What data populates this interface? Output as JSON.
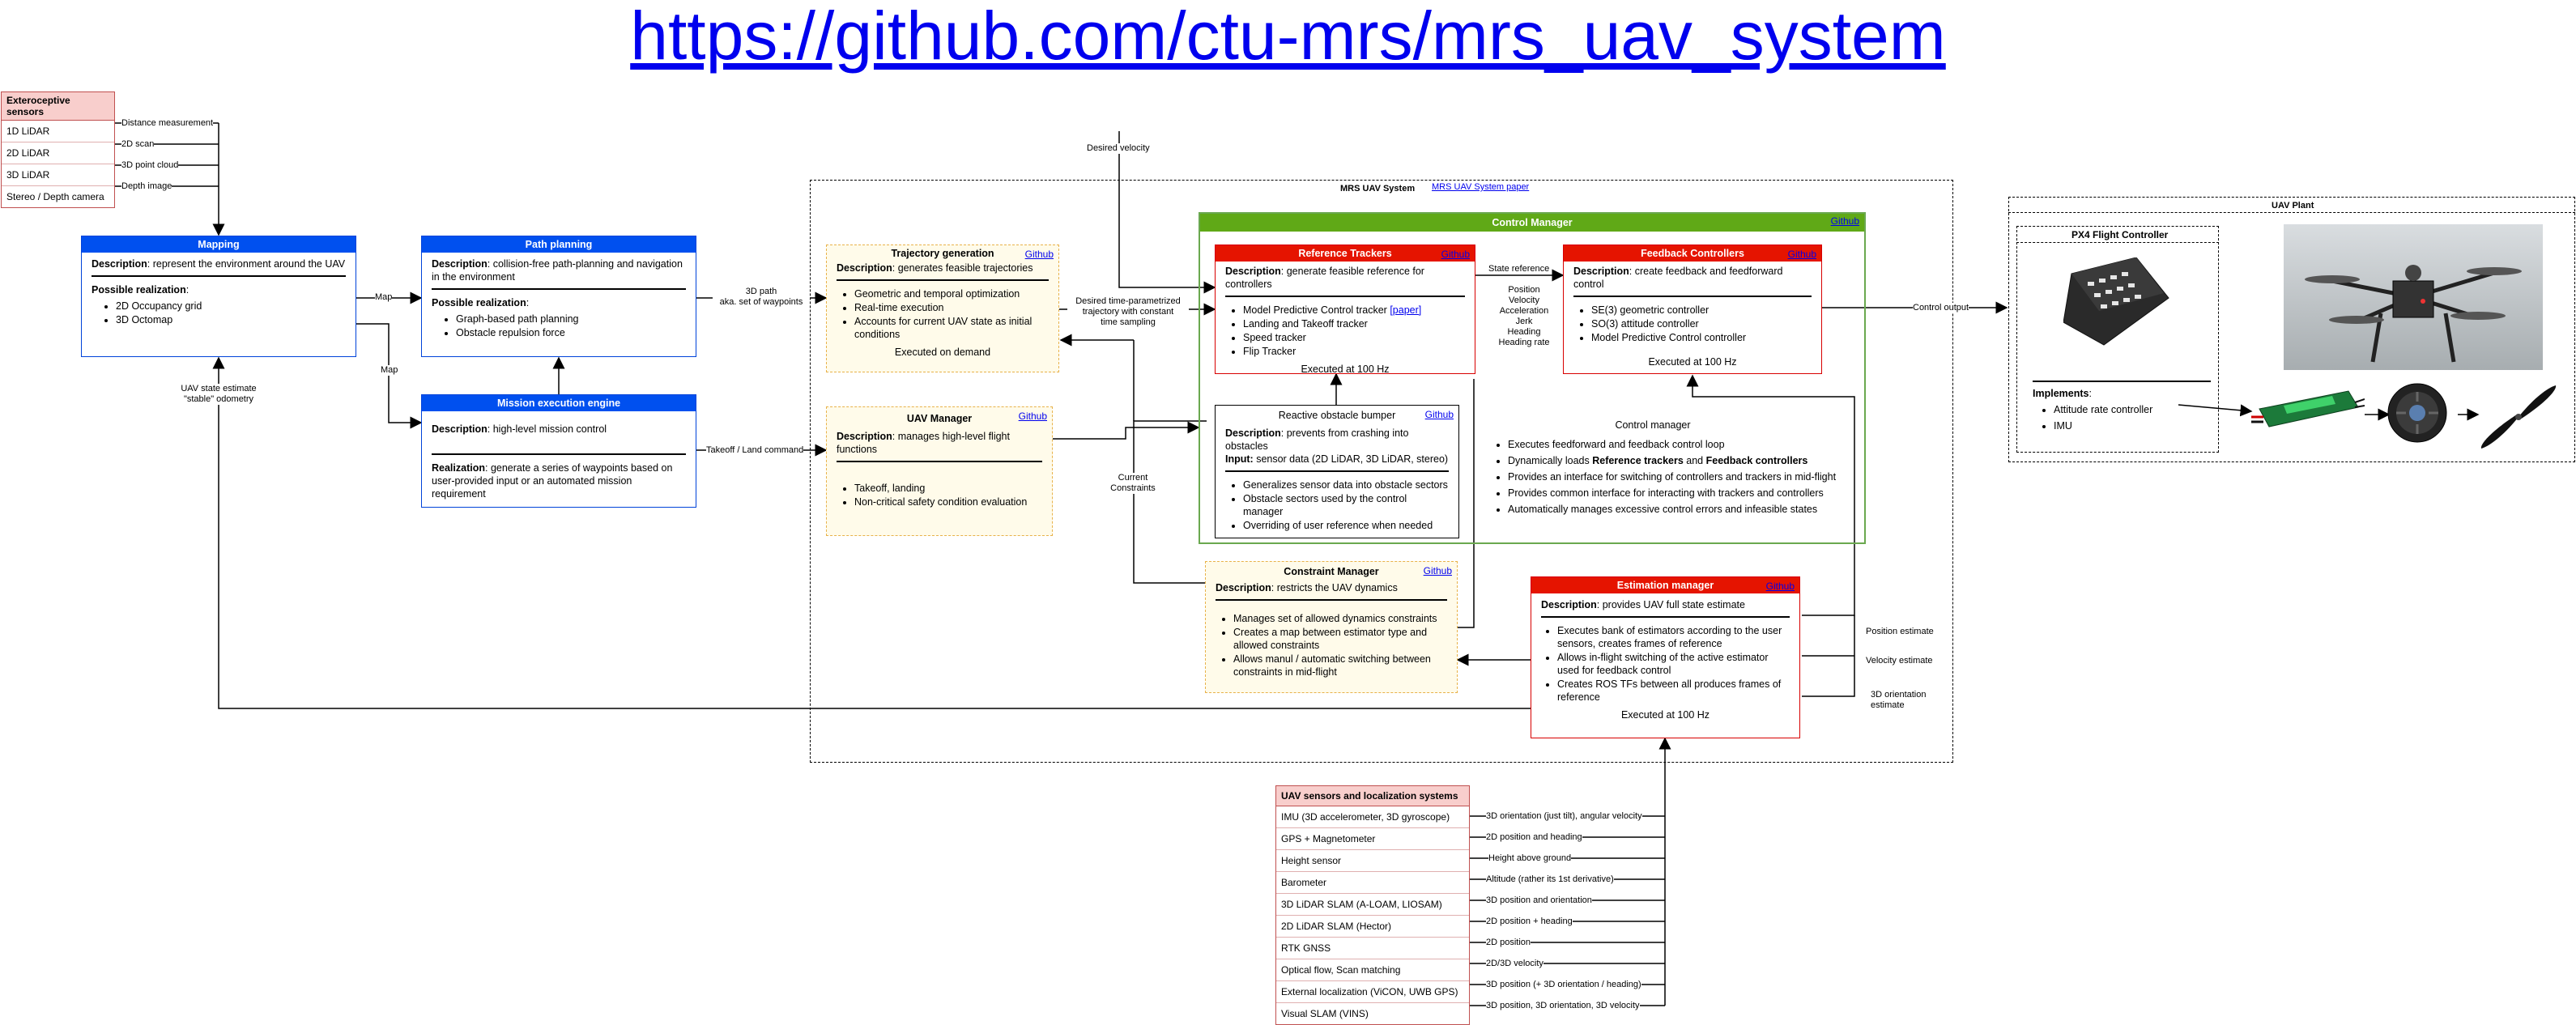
{
  "title_url": "https://github.com/ctu-mrs/mrs_uav_system",
  "github_label": "Github",
  "exteroceptive": {
    "title": "Exteroceptive sensors",
    "items": [
      "1D LiDAR",
      "2D LiDAR",
      "3D LiDAR",
      "Stereo / Depth camera"
    ],
    "edges": [
      "Distance measurement",
      "2D scan",
      "3D point cloud",
      "Depth image"
    ]
  },
  "mapping": {
    "title": "Mapping",
    "desc_bold": "Description",
    "desc": ": represent the environment around the UAV",
    "real_bold": "Possible realization",
    "real_colon": ":",
    "items": [
      "2D Occupancy grid",
      "3D Octomap"
    ]
  },
  "path_planning": {
    "title": "Path planning",
    "desc_bold": "Description",
    "desc": ": collision-free path-planning and navigation in the environment",
    "real_bold": "Possible realization",
    "real_colon": ":",
    "items": [
      "Graph-based path planning",
      "Obstacle repulsion force"
    ]
  },
  "mission": {
    "title": "Mission execution engine",
    "desc_bold": "Description",
    "desc": ": high-level mission control",
    "real_bold": "Realization",
    "real": ": generate a series of waypoints based on user-provided input or an automated mission requirement"
  },
  "edge_labels": {
    "map1": "Map",
    "map2": "Map",
    "uav_state": "UAV state estimate\n\"stable\" odometry",
    "path_3d": "3D path\naka. set of waypoints",
    "takeoff": "Takeoff / Land command",
    "desired_velocity": "Desired velocity",
    "desired_traj": "Desired time-parametrized\ntrajectory with constant\ntime sampling",
    "current_constraints": "Current\nConstraints",
    "state_reference": "State reference",
    "state_ref_list": "Position\nVelocity\nAcceleration\nJerk\nHeading\nHeading rate",
    "control_output": "Control output",
    "position_estimate": "Position estimate",
    "velocity_estimate": "Velocity estimate",
    "orientation_estimate": "3D orientation\nestimate"
  },
  "mrs_system": {
    "title": "MRS UAV System",
    "paper": "MRS UAV System paper"
  },
  "trajectory": {
    "title": "Trajectory generation",
    "desc_bold": "Description",
    "desc": ": generates feasible trajectories",
    "items": [
      "Geometric and temporal optimization",
      "Real-time execution",
      "Accounts for current UAV state as initial conditions"
    ],
    "footer": "Executed on demand"
  },
  "uav_manager": {
    "title": "UAV Manager",
    "desc_bold": "Description",
    "desc": ": manages high-level flight functions",
    "items": [
      "Takeoff, landing",
      "Non-critical safety condition evaluation"
    ]
  },
  "control_manager": {
    "title": "Control Manager",
    "subtitle": "Control manager",
    "items": [
      "Executes feedforward and feedback control loop",
      "Dynamically loads ",
      "Provides an interface for switching of controllers and trackers in mid-flight",
      "Provides common interface for interacting with trackers and controllers",
      "Automatically manages excessive control errors and infeasible states"
    ],
    "bold_trackers": "Reference trackers",
    "and": " and ",
    "bold_controllers": "Feedback controllers"
  },
  "ref_trackers": {
    "title": "Reference Trackers",
    "desc_bold": "Description",
    "desc": ": generate feasible reference for controllers",
    "items": [
      "Model Predictive Control tracker ",
      "Landing and Takeoff tracker",
      "Speed tracker",
      "Flip Tracker"
    ],
    "paper": "[paper]",
    "footer": "Executed at 100 Hz"
  },
  "feedback": {
    "title": "Feedback Controllers",
    "desc_bold": "Description",
    "desc": ": create feedback and feedforward control",
    "items": [
      "SE(3) geometric controller",
      "SO(3) attitude controller",
      "Model Predictive Control controller"
    ],
    "footer": "Executed at 100 Hz"
  },
  "bumper": {
    "title": "Reactive obstacle bumper",
    "desc_bold": "Description",
    "desc": ": prevents from crashing into obstacles",
    "input_bold": "Input:",
    "input": " sensor data (2D LiDAR, 3D LiDAR, stereo)",
    "items": [
      "Generalizes sensor data into obstacle sectors",
      "Obstacle sectors used by the control manager",
      "Overriding of user reference when needed"
    ]
  },
  "constraint": {
    "title": "Constraint Manager",
    "desc_bold": "Description",
    "desc": ": restricts the UAV dynamics",
    "items": [
      "Manages set of allowed dynamics constraints",
      "Creates a map between estimator type and allowed constraints",
      "Allows manul / automatic switching between constraints in mid-flight"
    ]
  },
  "estimation": {
    "title": "Estimation manager",
    "desc_bold": "Description",
    "desc": ": provides UAV full state estimate",
    "items": [
      "Executes bank of estimators according to the user sensors, creates frames of reference",
      "Allows in-flight switching of the active estimator used for feedback control",
      "Creates ROS TFs between all produces frames of reference"
    ],
    "footer": "Executed at 100 Hz"
  },
  "uav_plant": {
    "title": "UAV Plant",
    "px4_title": "PX4 Flight Controller",
    "implements": "Implements",
    "implements_colon": ":",
    "items": [
      "Attitude rate controller",
      "IMU"
    ]
  },
  "sensors": {
    "title": "UAV sensors and localization systems",
    "items": [
      "IMU (3D accelerometer, 3D gyroscope)",
      "GPS + Magnetometer",
      "Height sensor",
      "Barometer",
      "3D LiDAR SLAM (A-LOAM, LIOSAM)",
      "2D LiDAR SLAM (Hector)",
      "RTK GNSS",
      "Optical flow, Scan matching",
      "External localization (ViCON, UWB GPS)",
      "Visual SLAM (VINS)"
    ],
    "edges": [
      "3D orientation (just tilt), angular velocity",
      "2D position and heading",
      "Height above ground",
      "Altitude (rather its 1st derivative)",
      "3D position and orientation",
      "2D position + heading",
      "2D position",
      "2D/3D velocity",
      "3D position (+ 3D orientation / heading)",
      "3D position, 3D orientation, 3D velocity"
    ]
  },
  "colors": {
    "blue_header": "#0050ef",
    "red_header": "#e51400",
    "green_header": "#60a917",
    "yellow_fill": "#fffbea",
    "sensor_fill": "#f8cecc"
  }
}
